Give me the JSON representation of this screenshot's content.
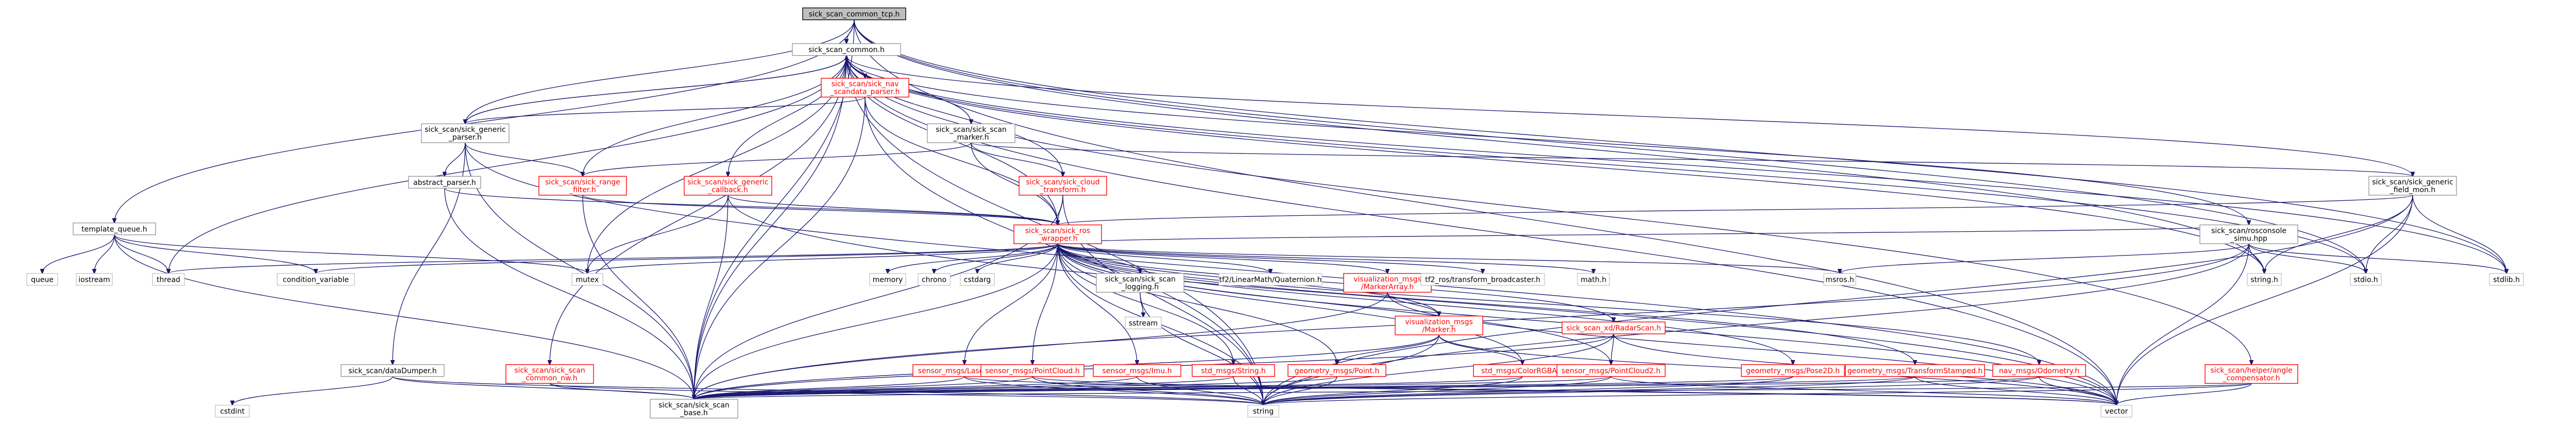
{
  "colors": {
    "edge": "#191970",
    "highlight": "#ff0000",
    "root_fill": "#bfbfbf",
    "node_border": "#999999"
  },
  "nodes": [
    {
      "id": "root",
      "label": "sick_scan_common_tcp.h",
      "kind": "root"
    },
    {
      "id": "common",
      "label": "sick_scan_common.h",
      "kind": "box"
    },
    {
      "id": "tq",
      "label": "template_queue.h",
      "kind": "box"
    },
    {
      "id": "navscan",
      "label": "sick_scan/sick_nav\n_scandata_parser.h",
      "kind": "hl"
    },
    {
      "id": "gparser",
      "label": "sick_scan/sick_generic\n_parser.h",
      "kind": "box"
    },
    {
      "id": "scanmarker",
      "label": "sick_scan/sick_scan\n_marker.h",
      "kind": "box"
    },
    {
      "id": "fieldmon",
      "label": "sick_scan/sick_generic\n_field_mon.h",
      "kind": "box"
    },
    {
      "id": "absparser",
      "label": "abstract_parser.h",
      "kind": "box"
    },
    {
      "id": "rangefilter",
      "label": "sick_scan/sick_range\n_filter.h",
      "kind": "hl"
    },
    {
      "id": "gcallback",
      "label": "sick_scan/sick_generic\n_callback.h",
      "kind": "hl"
    },
    {
      "id": "cloudtf",
      "label": "sick_scan/sick_cloud\n_transform.h",
      "kind": "hl"
    },
    {
      "id": "rosw",
      "label": "sick_scan/sick_ros\n_wrapper.h",
      "kind": "hl"
    },
    {
      "id": "consolesimu",
      "label": "sick_scan/rosconsole\n_simu.hpp",
      "kind": "box"
    },
    {
      "id": "logging",
      "label": "sick_scan/sick_scan\n_logging.h",
      "kind": "box"
    },
    {
      "id": "markerarray",
      "label": "visualization_msgs\n/MarkerArray.h",
      "kind": "hl"
    },
    {
      "id": "marker",
      "label": "visualization_msgs\n/Marker.h",
      "kind": "hl"
    },
    {
      "id": "radar",
      "label": "sick_scan_xd/RadarScan.h",
      "kind": "hl"
    },
    {
      "id": "datadumper",
      "label": "sick_scan/dataDumper.h",
      "kind": "box"
    },
    {
      "id": "commonnw",
      "label": "sick_scan/sick_scan\n_common_nw.h",
      "kind": "hl"
    },
    {
      "id": "laserscan",
      "label": "sensor_msgs/LaserScan.h",
      "kind": "hl"
    },
    {
      "id": "pcl",
      "label": "sensor_msgs/PointCloud.h",
      "kind": "hl"
    },
    {
      "id": "imu",
      "label": "sensor_msgs/Imu.h",
      "kind": "hl"
    },
    {
      "id": "stdstring",
      "label": "std_msgs/String.h",
      "kind": "hl"
    },
    {
      "id": "gpoint",
      "label": "geometry_msgs/Point.h",
      "kind": "hl"
    },
    {
      "id": "colorrgba",
      "label": "std_msgs/ColorRGBA.h",
      "kind": "hl"
    },
    {
      "id": "pcl2",
      "label": "sensor_msgs/PointCloud2.h",
      "kind": "hl"
    },
    {
      "id": "pose2d",
      "label": "geometry_msgs/Pose2D.h",
      "kind": "hl"
    },
    {
      "id": "tfstamped",
      "label": "geometry_msgs/TransformStamped.h",
      "kind": "hl"
    },
    {
      "id": "odom",
      "label": "nav_msgs/Odometry.h",
      "kind": "hl"
    },
    {
      "id": "angcomp",
      "label": "sick_scan/helper/angle\n_compensator.h",
      "kind": "hl"
    },
    {
      "id": "base",
      "label": "sick_scan/sick_scan\n_base.h",
      "kind": "box"
    },
    {
      "id": "queue",
      "label": "queue",
      "kind": "plain"
    },
    {
      "id": "iostream",
      "label": "iostream",
      "kind": "plain"
    },
    {
      "id": "thread",
      "label": "thread",
      "kind": "plain"
    },
    {
      "id": "condvar",
      "label": "condition_variable",
      "kind": "plain"
    },
    {
      "id": "mutex",
      "label": "mutex",
      "kind": "plain"
    },
    {
      "id": "memory",
      "label": "memory",
      "kind": "plain"
    },
    {
      "id": "chrono",
      "label": "chrono",
      "kind": "plain"
    },
    {
      "id": "cstdarg",
      "label": "cstdarg",
      "kind": "plain"
    },
    {
      "id": "sstream",
      "label": "sstream",
      "kind": "plain"
    },
    {
      "id": "tf2lm",
      "label": "tf2/LinearMath/Quaternion.h",
      "kind": "plain"
    },
    {
      "id": "tf2br",
      "label": "tf2_ros/transform_broadcaster.h",
      "kind": "plain"
    },
    {
      "id": "math",
      "label": "math.h",
      "kind": "plain"
    },
    {
      "id": "msros",
      "label": "msros.h",
      "kind": "plain"
    },
    {
      "id": "stringh",
      "label": "string.h",
      "kind": "plain"
    },
    {
      "id": "stdioh",
      "label": "stdio.h",
      "kind": "plain"
    },
    {
      "id": "stdlibh",
      "label": "stdlib.h",
      "kind": "plain"
    },
    {
      "id": "cstdint",
      "label": "cstdint",
      "kind": "plain"
    },
    {
      "id": "string",
      "label": "string",
      "kind": "plain"
    },
    {
      "id": "vector",
      "label": "vector",
      "kind": "plain"
    }
  ]
}
